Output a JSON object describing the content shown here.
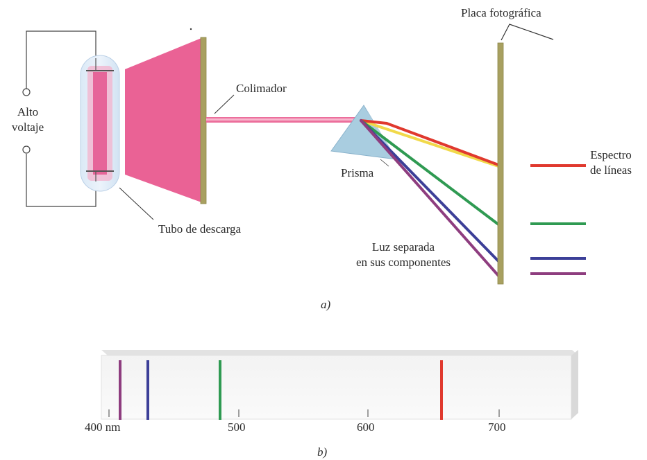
{
  "labels": {
    "alto": "Alto",
    "voltaje": "voltaje",
    "colimador": "Colimador",
    "tubo": "Tubo de descarga",
    "prisma": "Prisma",
    "placa": "Placa fotográfica",
    "espectro_1": "Espectro",
    "espectro_2": "de líneas",
    "luz_1": "Luz separada",
    "luz_2": "en sus componentes",
    "panel_a": "a)",
    "panel_b": "b)"
  },
  "spectrum_scale": {
    "ticks": [
      "400 nm",
      "500",
      "600",
      "700"
    ]
  },
  "colors": {
    "glow": "#e8558c",
    "glow_light": "#f3a6c4",
    "plate": "#a8a060",
    "red": "#e0392e",
    "green": "#2f9a52",
    "blue": "#3c3f98",
    "purple": "#8e3d7f",
    "yellow": "#f1d94a",
    "prism": "#a9cde0"
  }
}
